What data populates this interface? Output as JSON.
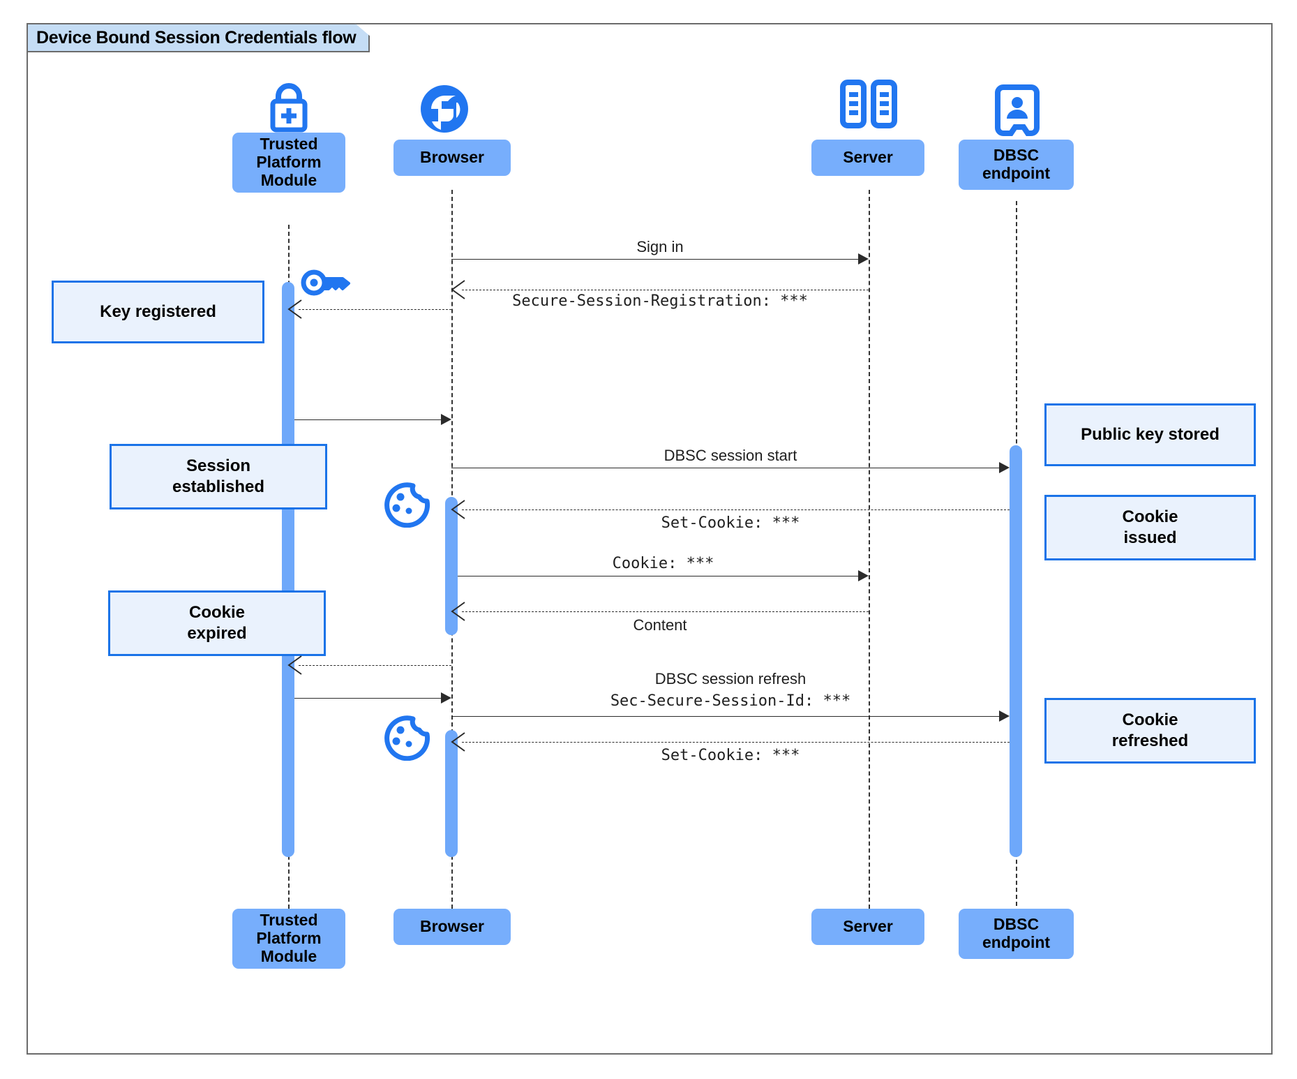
{
  "diagram": {
    "title": "Device Bound Session Credentials flow",
    "type": "sequence-diagram",
    "colors": {
      "participant_fill": "#77aefc",
      "note_fill": "#eaf2fd",
      "note_border": "#1a73e8",
      "activation_fill": "#6ea8fa",
      "icon_blue": "#2176f0",
      "title_fill": "#c5ddf5",
      "frame_border": "#6b6b6b",
      "message_line": "#2b2b2b"
    }
  },
  "participants": [
    {
      "id": "tpm",
      "label": "Trusted\nPlatform\nModule",
      "icon": "lock-plus-icon"
    },
    {
      "id": "browser",
      "label": "Browser",
      "icon": "globe-icon"
    },
    {
      "id": "server",
      "label": "Server",
      "icon": "server-rack-icon"
    },
    {
      "id": "dbsc",
      "label": "DBSC\nendpoint",
      "icon": "id-badge-icon"
    }
  ],
  "participants_footer": [
    {
      "id": "tpm",
      "label": "Trusted\nPlatform\nModule"
    },
    {
      "id": "browser",
      "label": "Browser"
    },
    {
      "id": "server",
      "label": "Server"
    },
    {
      "id": "dbsc",
      "label": "DBSC\nendpoint"
    }
  ],
  "messages": [
    {
      "id": "m1",
      "from": "browser",
      "to": "server",
      "label": "Sign in",
      "style": "solid",
      "font": "sans"
    },
    {
      "id": "m2",
      "from": "server",
      "to": "browser",
      "label": "Secure-Session-Registration: ***",
      "style": "dashed",
      "font": "mono"
    },
    {
      "id": "m3",
      "from": "browser",
      "to": "tpm",
      "label": "",
      "style": "dashed",
      "font": "mono"
    },
    {
      "id": "m4",
      "from": "tpm",
      "to": "browser",
      "label": "",
      "style": "solid",
      "font": "sans"
    },
    {
      "id": "m5",
      "from": "browser",
      "to": "dbsc",
      "label": "DBSC session start",
      "style": "solid",
      "font": "sans"
    },
    {
      "id": "m6",
      "from": "dbsc",
      "to": "browser",
      "label": "Set-Cookie: ***",
      "style": "dashed",
      "font": "mono"
    },
    {
      "id": "m7",
      "from": "browser",
      "to": "server",
      "label": "Cookie: ***",
      "style": "solid",
      "font": "mono"
    },
    {
      "id": "m8",
      "from": "server",
      "to": "browser",
      "label": "Content",
      "style": "dashed",
      "font": "sans"
    },
    {
      "id": "m9",
      "from": "browser",
      "to": "tpm",
      "label": "",
      "style": "dashed",
      "font": "mono"
    },
    {
      "id": "m10",
      "from": "tpm",
      "to": "browser",
      "label": "",
      "style": "solid",
      "font": "sans"
    },
    {
      "id": "m11",
      "from": "browser",
      "to": "dbsc",
      "label": "DBSC session refresh",
      "label2": "Sec-Secure-Session-Id: ***",
      "style": "solid",
      "font": "sans"
    },
    {
      "id": "m12",
      "from": "dbsc",
      "to": "browser",
      "label": "Set-Cookie: ***",
      "style": "dashed",
      "font": "mono"
    }
  ],
  "notes": [
    {
      "id": "n1",
      "text": "Key registered",
      "side": "left",
      "target": "tpm"
    },
    {
      "id": "n2",
      "text": "Session\nestablished",
      "side": "left",
      "target": "tpm"
    },
    {
      "id": "n3",
      "text": "Cookie\nexpired",
      "side": "left",
      "target": "tpm"
    },
    {
      "id": "n4",
      "text": "Public key stored",
      "side": "right",
      "target": "dbsc"
    },
    {
      "id": "n5",
      "text": "Cookie\nissued",
      "side": "right",
      "target": "dbsc"
    },
    {
      "id": "n6",
      "text": "Cookie\nrefreshed",
      "side": "right",
      "target": "dbsc"
    }
  ],
  "inline_icons": [
    {
      "id": "key1",
      "name": "key-icon",
      "near": "tpm"
    },
    {
      "id": "cookie1",
      "name": "cookie-icon",
      "near": "browser"
    },
    {
      "id": "cookie2",
      "name": "cookie-icon",
      "near": "browser"
    }
  ]
}
